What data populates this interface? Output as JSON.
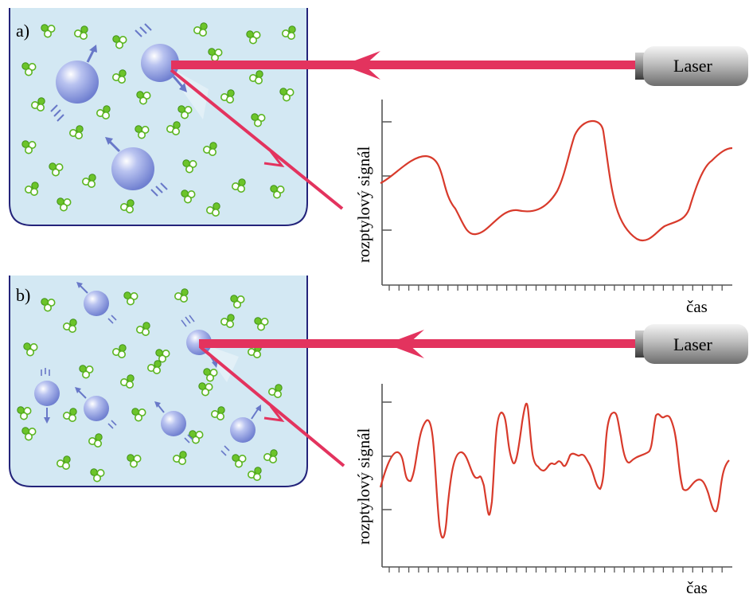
{
  "panels": [
    {
      "label": "a)",
      "laser_label": "Laser",
      "ylabel": "rozptylový signál",
      "xlabel": "čas",
      "signal": "slow large-particle fluctuation"
    },
    {
      "label": "b)",
      "laser_label": "Laser",
      "ylabel": "rozptylový signál",
      "xlabel": "čas",
      "signal": "fast small-particle fluctuation"
    }
  ],
  "colors": {
    "liquid": "#d3e8f3",
    "container_edge": "#23237a",
    "beam": "#e3335e",
    "particle": "#8f9fe0",
    "molecule": "#6cc42a",
    "signal": "#d83a2b",
    "axis": "#555555",
    "laser_body": "#7a7a7a"
  },
  "icons": {
    "laser": "laser-device-icon",
    "particle": "sphere-particle-icon",
    "molecule": "solvent-molecule-icon"
  }
}
